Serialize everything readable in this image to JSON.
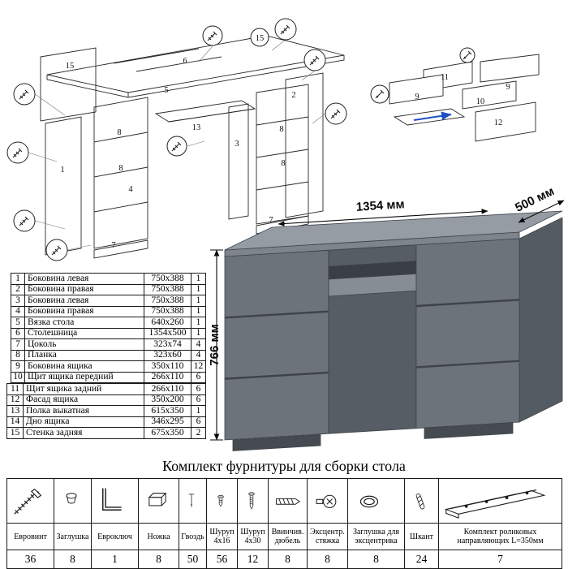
{
  "title": {
    "hardware_heading": "Комплект фурнитуры для сборки стола"
  },
  "desk_view": {
    "width_label": "1354 мм",
    "depth_label": "500 мм",
    "height_label": "766 мм",
    "desk_gray": "#6d737b",
    "top_gray": "#969ca4"
  },
  "main_diagram": {
    "labels": {
      "top15": "15",
      "l6": "6",
      "l2": "2",
      "left15": "15",
      "l5": "5",
      "l13": "13",
      "l3": "3",
      "l8a": "8",
      "l8b": "8",
      "l8c": "8",
      "l8d": "8",
      "l1": "1",
      "l4": "4",
      "l7a": "7",
      "l7b": "7"
    }
  },
  "drawer_diagram": {
    "labels": {
      "l11": "11",
      "l9a": "9",
      "l9b": "9",
      "l10": "10",
      "l12": "12"
    }
  },
  "parts_table": {
    "rows": [
      {
        "num": "1",
        "name": "Боковина левая",
        "size": "750x388",
        "qty": "1"
      },
      {
        "num": "2",
        "name": "Боковина правая",
        "size": "750x388",
        "qty": "1"
      },
      {
        "num": "3",
        "name": "Боковина левая",
        "size": "750x388",
        "qty": "1"
      },
      {
        "num": "4",
        "name": "Боковина правая",
        "size": "750x388",
        "qty": "1"
      },
      {
        "num": "5",
        "name": "Вязка стола",
        "size": "640x260",
        "qty": "1"
      },
      {
        "num": "6",
        "name": "Столешница",
        "size": "1354x500",
        "qty": "1"
      },
      {
        "num": "7",
        "name": "Цоколь",
        "size": "323x74",
        "qty": "4"
      },
      {
        "num": "8",
        "name": "Планка",
        "size": "323x60",
        "qty": "4"
      },
      {
        "num": "9",
        "name": "Боковина ящика",
        "size": "350x110",
        "qty": "12"
      },
      {
        "num": "10",
        "name": "Щит ящика передний",
        "size": "266x110",
        "qty": "6"
      },
      {
        "num": "11",
        "name": "Щит ящика задний",
        "size": "266x110",
        "qty": "6"
      },
      {
        "num": "12",
        "name": "Фасад ящика",
        "size": "350x200",
        "qty": "6"
      },
      {
        "num": "13",
        "name": "Полка выкатная",
        "size": "615x350",
        "qty": "1"
      },
      {
        "num": "14",
        "name": "Дно ящика",
        "size": "346x295",
        "qty": "6"
      },
      {
        "num": "15",
        "name": "Стенка задняя",
        "size": "675x350",
        "qty": "2"
      }
    ]
  },
  "hardware": {
    "items": [
      {
        "name": "Евровинт",
        "qty": "36",
        "icon": "euroscrew-icon"
      },
      {
        "name": "Заглушка",
        "qty": "8",
        "icon": "cap-icon"
      },
      {
        "name": "Евроключ",
        "qty": "1",
        "icon": "hexkey-icon"
      },
      {
        "name": "Ножка",
        "qty": "8",
        "icon": "foot-icon"
      },
      {
        "name": "Гвоздь",
        "qty": "50",
        "icon": "nail-icon"
      },
      {
        "name": "Шуруп 4x16",
        "qty": "56",
        "icon": "screw-small-icon"
      },
      {
        "name": "Шуруп 4x30",
        "qty": "12",
        "icon": "screw-long-icon"
      },
      {
        "name": "Ввинчив. дюбель",
        "qty": "8",
        "icon": "dowel-screw-icon"
      },
      {
        "name": "Эксцентр. стяжка",
        "qty": "8",
        "icon": "cam-lock-icon"
      },
      {
        "name": "Заглушка для эксцентрика",
        "qty": "8",
        "icon": "cam-cap-icon"
      },
      {
        "name": "Шкант",
        "qty": "24",
        "icon": "dowel-pin-icon"
      },
      {
        "name": "Комплект роликовых направляющих L=350мм",
        "qty": "7",
        "icon": "drawer-rail-icon"
      }
    ]
  }
}
